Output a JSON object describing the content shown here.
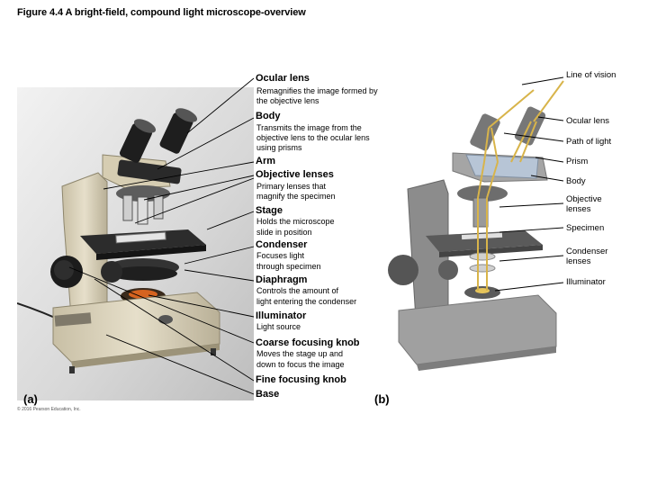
{
  "figure_title": "Figure 4.4 A bright-field, compound light microscope-overview",
  "panel_a_label": "(a)",
  "panel_b_label": "(b)",
  "copyright": "© 2016 Pearson Education, Inc.",
  "left_labels": [
    {
      "name": "Ocular lens",
      "desc": [
        "Remagnifies the image formed by",
        "the objective lens"
      ]
    },
    {
      "name": "Body",
      "desc": [
        "Transmits the image from the",
        "objective lens to the ocular lens",
        "using prisms"
      ]
    },
    {
      "name": "Arm",
      "desc": []
    },
    {
      "name": "Objective lenses",
      "desc": [
        "Primary lenses that",
        "magnify the specimen"
      ]
    },
    {
      "name": "Stage",
      "desc": [
        "Holds the microscope",
        "slide in position"
      ]
    },
    {
      "name": "Condenser",
      "desc": [
        "Focuses light",
        "through specimen"
      ]
    },
    {
      "name": "Diaphragm",
      "desc": [
        "Controls the amount of",
        "light entering the condenser"
      ]
    },
    {
      "name": "Illuminator",
      "desc": [
        "Light source"
      ]
    },
    {
      "name": "Coarse focusing knob",
      "desc": [
        "Moves the stage up and",
        "down to focus the image"
      ]
    },
    {
      "name": "Fine focusing knob",
      "desc": []
    },
    {
      "name": "Base",
      "desc": []
    }
  ],
  "right_labels": [
    "Line of vision",
    "Ocular lens",
    "Path of light",
    "Prism",
    "Body",
    "Objective lenses",
    "Specimen",
    "Condenser lenses",
    "Illuminator"
  ],
  "colors": {
    "background": "#ffffff",
    "photo_background": "#d9d9d9",
    "body_cream": "#d8cfb6",
    "body_gray": "#8f8f8f",
    "light_path": "#d8b44a",
    "prism": "#b9c9dc"
  }
}
